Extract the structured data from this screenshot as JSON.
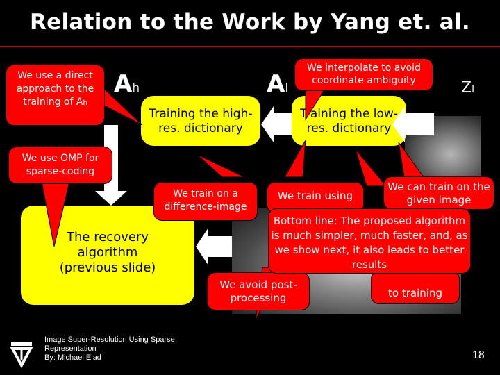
{
  "slide": {
    "title": "Relation to the Work by Yang et. al.",
    "page_number": "18",
    "footer": {
      "line1": "Image Super-Resolution Using Sparse",
      "line2": "Representation",
      "line3": "By: Michael Elad"
    }
  },
  "diagram": {
    "label_Ah": "A",
    "label_Ah_sub": "h",
    "label_Al": "A",
    "label_Al_sub": "l",
    "label_Zl": "Z",
    "label_Zl_sub": "l",
    "box_train_high": "Training the high-res. dictionary",
    "box_train_low": "Training the low-res. dictionary",
    "box_recovery": "The recovery algorithm (previous slide)"
  },
  "callouts": {
    "direct_approach": "We use a direct approach to the training of A",
    "direct_approach_sub": "h",
    "interpolate": "We interpolate to avoid coordinate ambiguity",
    "omp": "We use OMP for sparse-coding",
    "difference_image": "We train on a difference-image",
    "train_using": "We train using",
    "given_image": "We can train on the given image",
    "no_postprocessing": "We avoid post-processing",
    "to_training": "to training",
    "bottom_line": "Bottom line: The proposed algorithm is much simpler, much faster, and, as we show next, it also leads to better results"
  },
  "colors": {
    "accent_red": "#ff0000",
    "box_yellow": "#ffff00",
    "title_rule": "#b8001c"
  }
}
